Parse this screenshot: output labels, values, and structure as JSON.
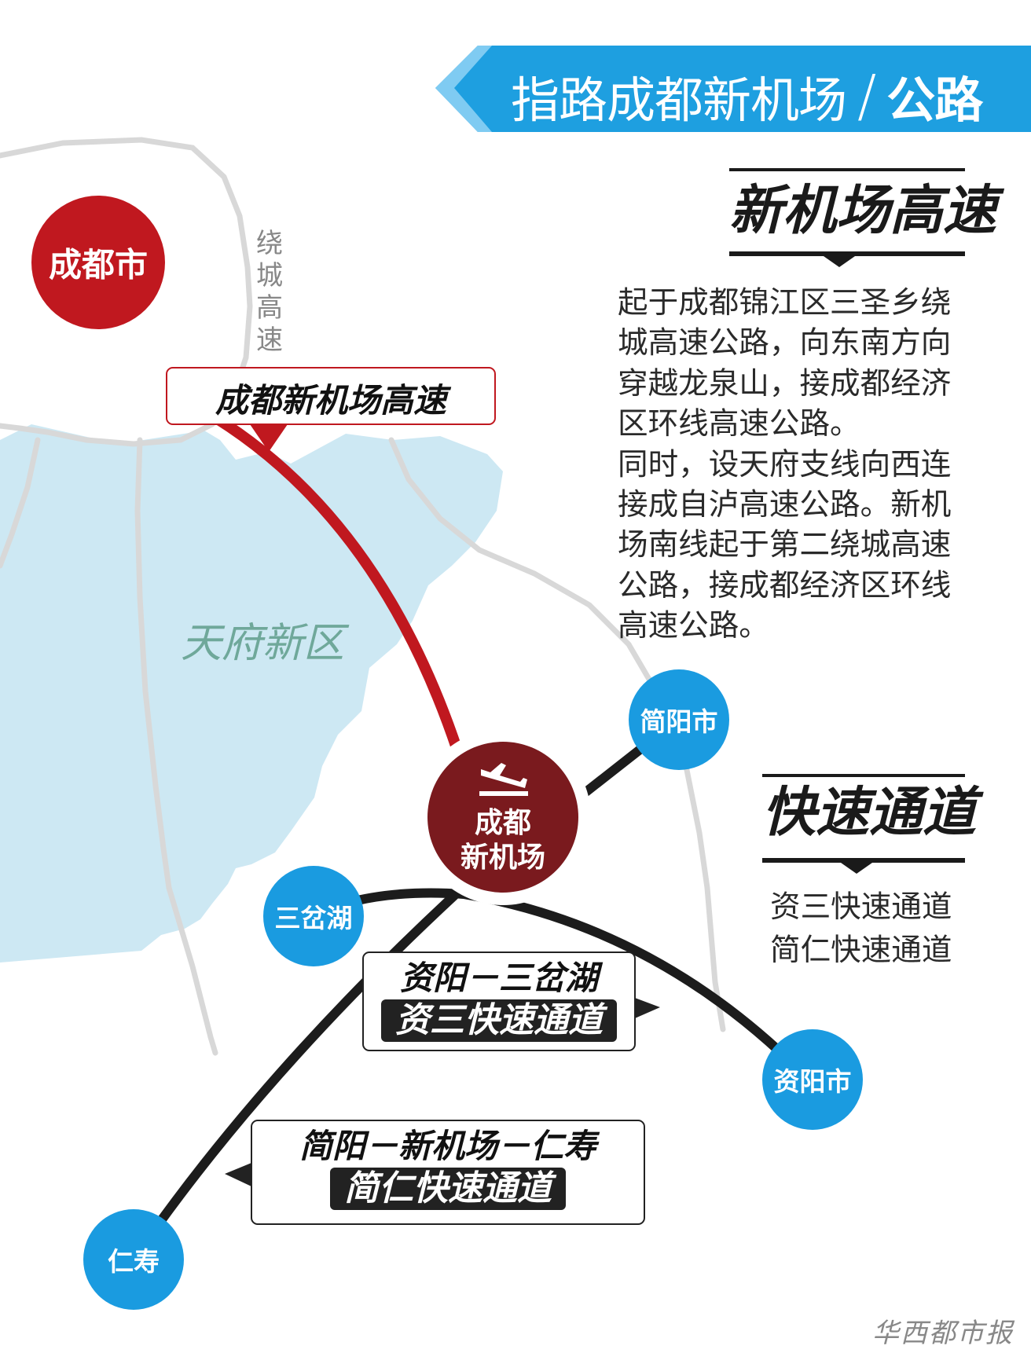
{
  "header": {
    "title": "指路成都新机场",
    "subtitle": "公路",
    "color": "#1e9fe0"
  },
  "sections": {
    "expressway": {
      "heading": "新机场高速",
      "description": "起于成都锦江区三圣乡绕\n城高速公路，向东南方向\n穿越龙泉山，接成都经济\n区环线高速公路。\n同时，设天府支线向西连\n接成自泸高速公路。新机\n场南线起于第二绕城高速\n公路，接成都经济区环线\n高速公路。"
    },
    "fast_lanes": {
      "heading": "快速通道",
      "items": [
        "资三快速通道",
        "简仁快速通道"
      ]
    }
  },
  "map": {
    "ring_road_label": "绕城高速",
    "district_label": "天府新区",
    "places": {
      "chengdu": "成都市",
      "airport_line1": "成都",
      "airport_line2": "新机场",
      "jianyang": "简阳市",
      "sanchahu": "三岔湖",
      "ziyang": "资阳市",
      "renshou": "仁寿"
    },
    "routes": {
      "airport_expressway": "成都新机场高速",
      "zisan_route": "资阳－三岔湖",
      "zisan_name": "资三快速通道",
      "jianren_route": "简阳－新机场－仁寿",
      "jianren_name": "简仁快速通道"
    },
    "colors": {
      "city_red": "#c0181f",
      "airport_maroon": "#7a1a1e",
      "town_blue": "#1a9be0",
      "district_fill": "#cde8f3",
      "expressway_red": "#c0181f",
      "road_black": "#1c1c1c"
    }
  },
  "watermark": "华西都市报"
}
